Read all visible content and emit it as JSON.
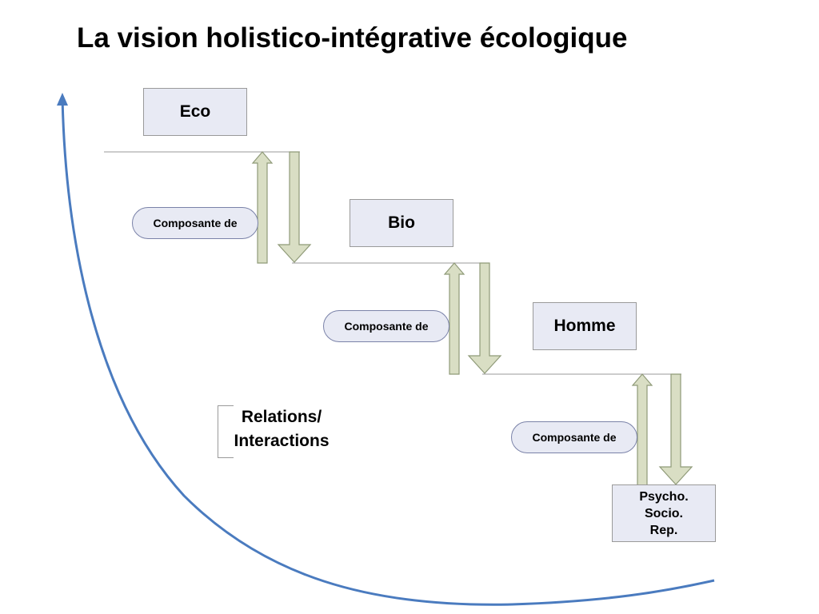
{
  "slide": {
    "title": "La vision holistico-intégrative écologique"
  },
  "levels": {
    "eco": "Eco",
    "bio": "Bio",
    "homme": "Homme",
    "psycho_lines": [
      "Psycho.",
      "Socio.",
      "Rep."
    ]
  },
  "relation_labels": {
    "composante_1": "Composante de",
    "composante_2": "Composante de",
    "composante_3": "Composante de"
  },
  "side_note": {
    "line1": "Relations/",
    "line2": "Interactions"
  },
  "colors": {
    "box_fill": "#e8eaf4",
    "arrow_fill": "#d9dec4",
    "arrow_stroke": "#8f9a78",
    "curve": "#4a7bbf",
    "step_line": "#9a9a9a"
  }
}
